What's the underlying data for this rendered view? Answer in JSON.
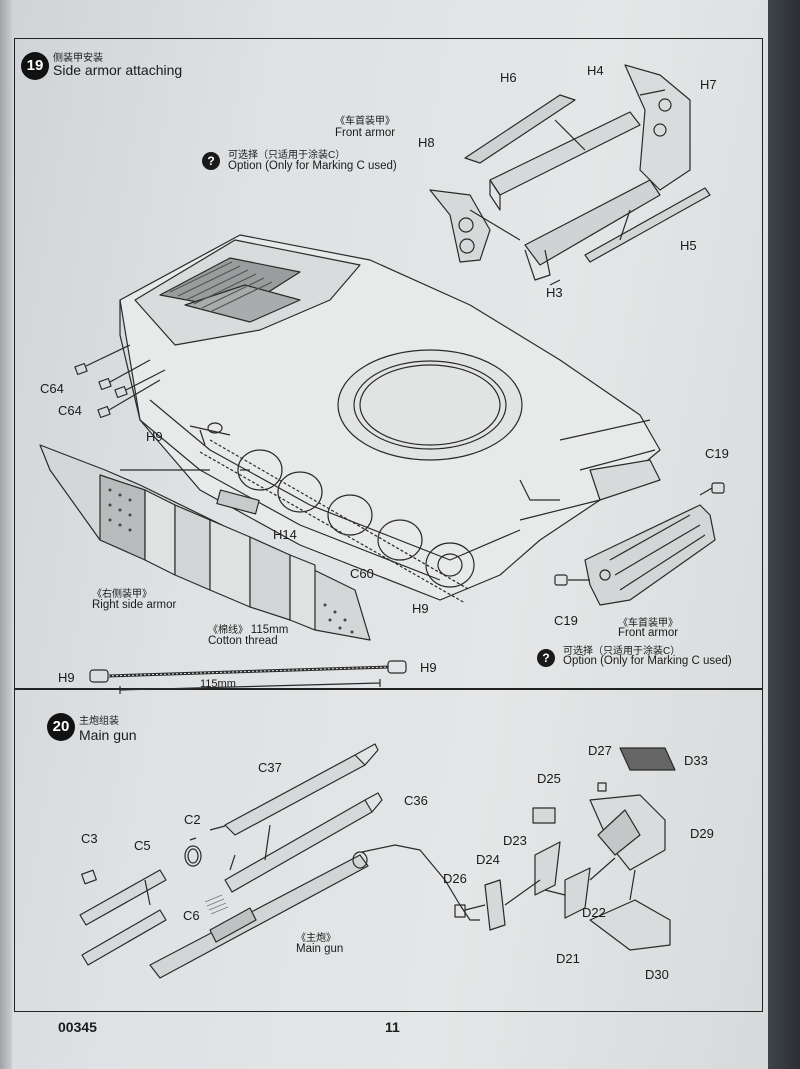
{
  "page": {
    "code": "00345",
    "number": "11"
  },
  "step19": {
    "number": "19",
    "title_cn": "侧装甲安装",
    "title_en": "Side armor attaching",
    "front_armor_top": {
      "cn": "《车首装甲》",
      "en": "Front armor"
    },
    "option_top": {
      "cn": "可选择（只适用于涂装C）",
      "en": "Option (Only for Marking C used)"
    },
    "front_armor_bottom": {
      "cn": "《车首装甲》",
      "en": "Front armor"
    },
    "option_bottom": {
      "cn": "可选择（只适用于涂装C）",
      "en": "Option (Only for Marking C used)"
    },
    "right_side_armor": {
      "cn": "《右侧装甲》",
      "en": "Right side armor"
    },
    "cotton_thread": {
      "cn": "《棉线》",
      "len": "115mm",
      "en": "Cotton thread"
    },
    "thread_length": "115mm",
    "labels": {
      "h6": "H6",
      "h4": "H4",
      "h7": "H7",
      "h8": "H8",
      "h5": "H5",
      "h3": "H3",
      "c64a": "C64",
      "c64b": "C64",
      "h9a": "H9",
      "h14": "H14",
      "c60": "C60",
      "h9b": "H9",
      "c19a": "C19",
      "c19b": "C19",
      "h9c": "H9",
      "h9d": "H9"
    }
  },
  "step20": {
    "number": "20",
    "title_cn": "主炮组装",
    "title_en": "Main gun",
    "main_gun": {
      "cn": "《主炮》",
      "en": "Main gun"
    },
    "labels": {
      "c37": "C37",
      "c36": "C36",
      "c2": "C2",
      "c3": "C3",
      "c5": "C5",
      "c6": "C6",
      "d27": "D27",
      "d33": "D33",
      "d25": "D25",
      "d29": "D29",
      "d23": "D23",
      "d24": "D24",
      "d26": "D26",
      "d22": "D22",
      "d21": "D21",
      "d30": "D30"
    }
  },
  "icons": {
    "option": "question-icon"
  }
}
